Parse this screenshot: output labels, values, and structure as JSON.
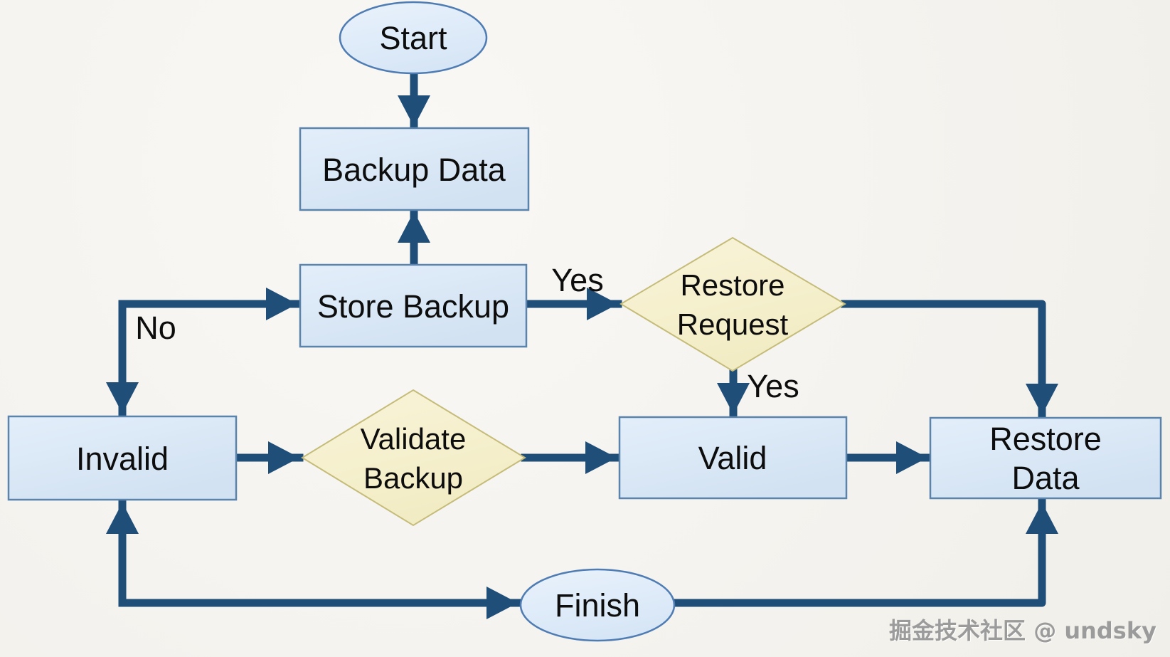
{
  "diagram": {
    "title_implicit": "Backup and Restore Flowchart",
    "nodes": {
      "start": {
        "type": "ellipse",
        "label": "Start"
      },
      "backup_data": {
        "type": "rect",
        "label": "Backup Data"
      },
      "store_backup": {
        "type": "rect",
        "label": "Store Backup"
      },
      "restore_request": {
        "type": "diamond",
        "line1": "Restore",
        "line2": "Request"
      },
      "invalid": {
        "type": "rect",
        "label": "Invalid"
      },
      "validate_backup": {
        "type": "diamond",
        "line1": "Validate",
        "line2": "Backup"
      },
      "valid": {
        "type": "rect",
        "label": "Valid"
      },
      "restore_data": {
        "type": "rect",
        "line1": "Restore",
        "line2": "Data"
      },
      "finish": {
        "type": "ellipse",
        "label": "Finish"
      }
    },
    "edge_labels": {
      "no_branch": "No",
      "store_to_restore_request": "Yes",
      "restore_request_to_valid": "Yes"
    },
    "connections": [
      {
        "from": "start",
        "to": "backup_data"
      },
      {
        "from": "store_backup",
        "to": "backup_data"
      },
      {
        "from": "no_junction",
        "to": "store_backup",
        "label": "No"
      },
      {
        "from": "no_junction",
        "to": "invalid"
      },
      {
        "from": "store_backup",
        "to": "restore_request",
        "label": "Yes"
      },
      {
        "from": "restore_request",
        "to": "valid",
        "label": "Yes"
      },
      {
        "from": "restore_request",
        "to": "restore_data"
      },
      {
        "from": "invalid",
        "to": "validate_backup"
      },
      {
        "from": "validate_backup",
        "to": "valid"
      },
      {
        "from": "valid",
        "to": "restore_data"
      },
      {
        "from": "loop_junction",
        "to": "invalid"
      },
      {
        "from": "loop_junction",
        "to": "finish"
      },
      {
        "from": "finish",
        "to": "restore_data"
      }
    ],
    "colors": {
      "background": "#f5f3ef",
      "arrow": "#1f4e79",
      "rect_fill": "#dbe8f6",
      "rect_border": "#5b84ad",
      "ellipse_border": "#4f7db3",
      "diamond_fill": "#f5f0cd",
      "diamond_border": "#c5bc7a",
      "text": "#0d0d0d",
      "watermark": "#9b9b9b"
    }
  },
  "watermark": {
    "text": "掘金技术社区 @ undsky"
  }
}
